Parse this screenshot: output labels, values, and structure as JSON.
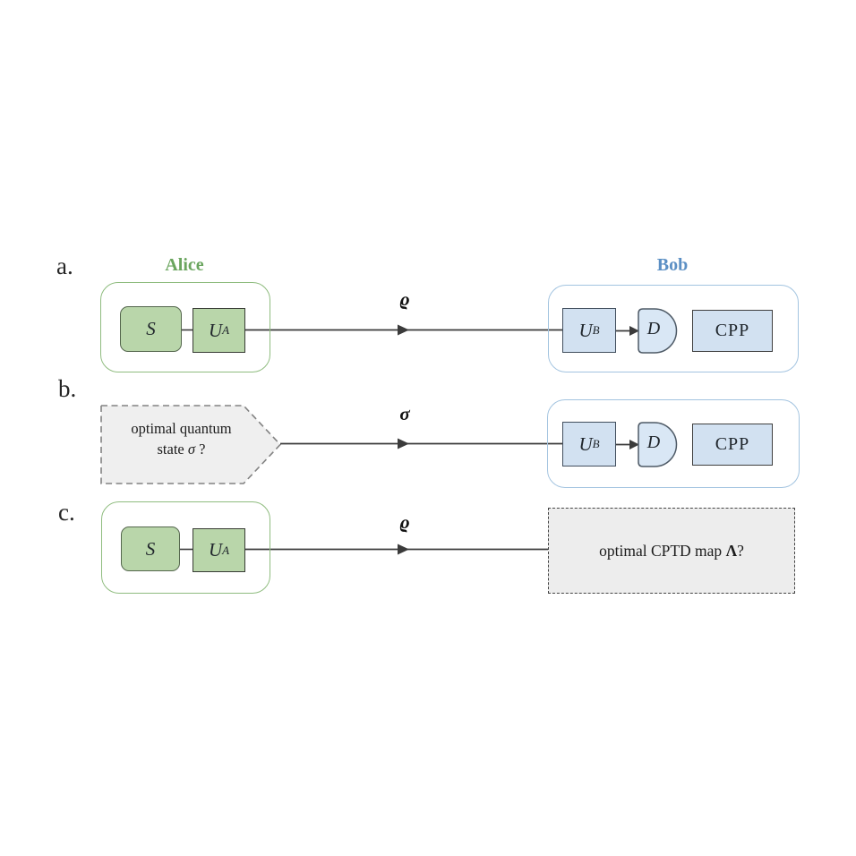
{
  "figure": {
    "rows": {
      "a": {
        "label": "a.",
        "alice_title": "Alice",
        "bob_title": "Bob",
        "source_label": "S",
        "ua_main": "U",
        "ua_sub": "A",
        "channel_label": "ϱ",
        "ub_main": "U",
        "ub_sub": "B",
        "detector_label": "D",
        "cpp_label": "CPP"
      },
      "b": {
        "label": "b.",
        "question_line1": "optimal quantum",
        "question_line2_pre": "state ",
        "question_line2_sym": "σ",
        "question_line2_post": " ?",
        "channel_label": "σ",
        "ub_main": "U",
        "ub_sub": "B",
        "detector_label": "D",
        "cpp_label": "CPP"
      },
      "c": {
        "label": "c.",
        "source_label": "S",
        "ua_main": "U",
        "ua_sub": "A",
        "channel_label": "ϱ",
        "question_pre": "optimal CPTD map ",
        "question_sym": "Λ",
        "question_post": "?"
      }
    },
    "colors": {
      "alice_fill": "#b9d6aa",
      "alice_border": "#8fbc7f",
      "alice_title": "#6aa55e",
      "bob_fill": "#d2e1f1",
      "bob_border": "#a3c4e0",
      "bob_title": "#5b8fc4",
      "line": "#3b3b3b",
      "question_fill": "#efefef"
    }
  }
}
